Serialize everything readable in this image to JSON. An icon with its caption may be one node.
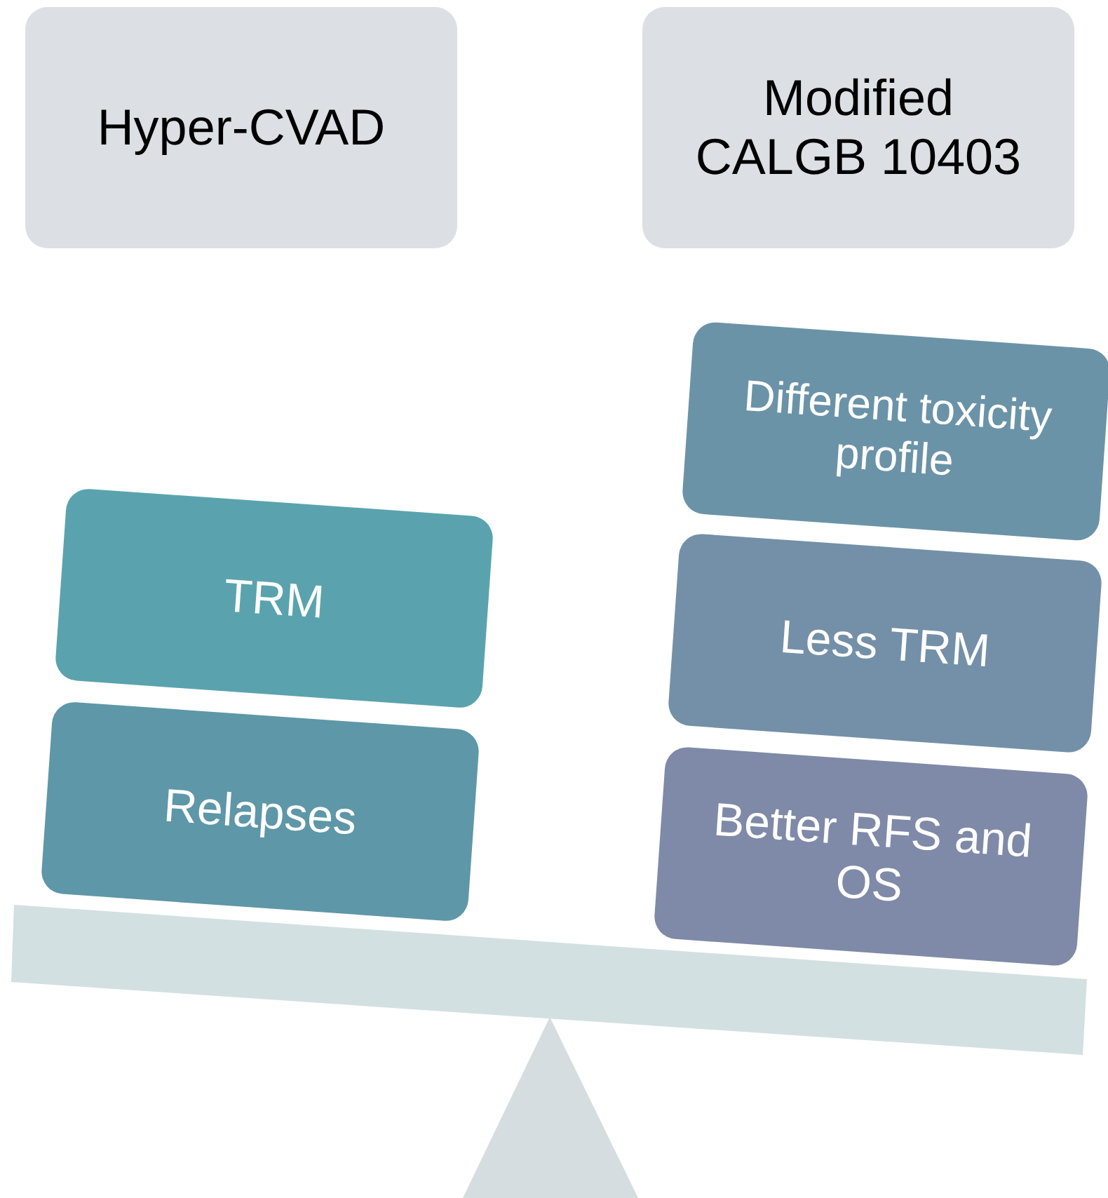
{
  "diagram": {
    "nodes": [
      {
        "text": [
          "Hyper-CVAD"
        ]
      },
      {
        "text": [
          "Modified CALGB 10403"
        ]
      },
      {
        "text": [
          "TRM"
        ]
      },
      {
        "text": [
          "Relapses"
        ]
      },
      {
        "text": [
          "Different toxicity profile"
        ]
      },
      {
        "text": [
          "Less TRM"
        ]
      },
      {
        "text": [
          "Better RFS and OS"
        ]
      }
    ]
  }
}
